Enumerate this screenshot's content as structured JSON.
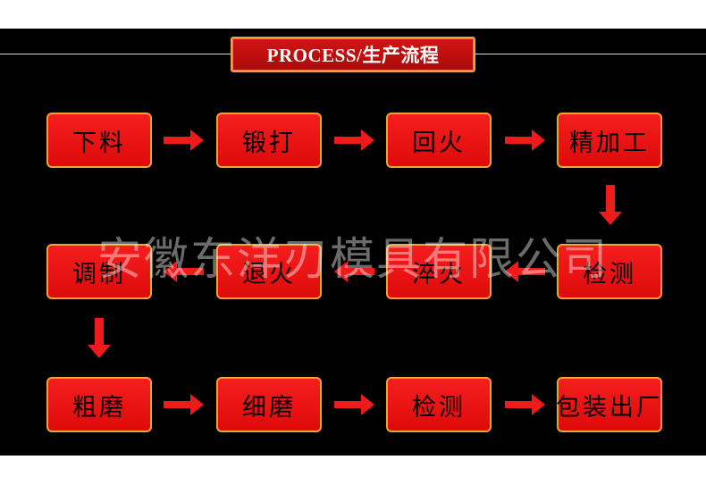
{
  "header": {
    "title": "PROCESS/生产流程"
  },
  "steps": {
    "s1": "下料",
    "s2": "锻打",
    "s3": "回火",
    "s4": "精加工",
    "s5": "检测",
    "s6": "淬火",
    "s7": "退火",
    "s8": "调制",
    "s9": "粗磨",
    "s10": "细磨",
    "s11": "检测",
    "s12": "包装出厂"
  },
  "watermark": "安徽东洋刃模具有限公司",
  "colors": {
    "background": "#000000",
    "step_fill": "#ee1515",
    "step_border": "#f0a532",
    "arrow": "#ef1a1a",
    "title_fill": "#c61010",
    "title_border": "#e8a34a"
  },
  "icons": {
    "connector": "arrow-icon"
  }
}
